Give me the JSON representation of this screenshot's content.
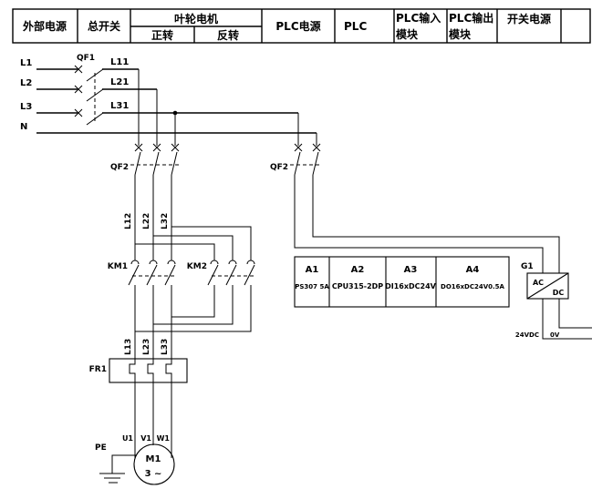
{
  "header": {
    "external_power": "外部电源",
    "main_switch": "总开关",
    "impeller_motor": "叶轮电机",
    "forward": "正转",
    "reverse": "反转",
    "plc_power": "PLC电源",
    "plc": "PLC",
    "plc_input_line1": "PLC输入",
    "plc_input_line2": "模块",
    "plc_output_line1": "PLC输出",
    "plc_output_line2": "模块",
    "switching_power": "开关电源"
  },
  "supply": {
    "l1": "L1",
    "l2": "L2",
    "l3": "L3",
    "n": "N"
  },
  "breakers": {
    "qf1": "QF1",
    "qf2_main": "QF2",
    "qf2_plc": "QF2"
  },
  "wires": {
    "l11": "L11",
    "l21": "L21",
    "l31": "L31",
    "l12": "L12",
    "l22": "L22",
    "l32": "L32",
    "l13": "L13",
    "l23": "L23",
    "l33": "L33"
  },
  "contactors": {
    "km1": "KM1",
    "km2": "KM2"
  },
  "thermal_relay": {
    "fr1": "FR1"
  },
  "motor": {
    "id": "M1",
    "phase": "3 ~",
    "terminals": {
      "u1": "U1",
      "v1": "V1",
      "w1": "W1"
    },
    "pe": "PE"
  },
  "plc_modules": [
    {
      "id": "A1",
      "spec": "PS307 5A"
    },
    {
      "id": "A2",
      "spec": "CPU315-2DP"
    },
    {
      "id": "A3",
      "spec": "DI16xDC24V"
    },
    {
      "id": "A4",
      "spec": "DO16xDC24V0.5A"
    }
  ],
  "power_supply_unit": {
    "id": "G1",
    "ac": "AC",
    "dc": "DC",
    "out_plus": "24VDC",
    "out_minus": "0V"
  },
  "colors": {
    "line": "#000000",
    "background": "#ffffff"
  }
}
